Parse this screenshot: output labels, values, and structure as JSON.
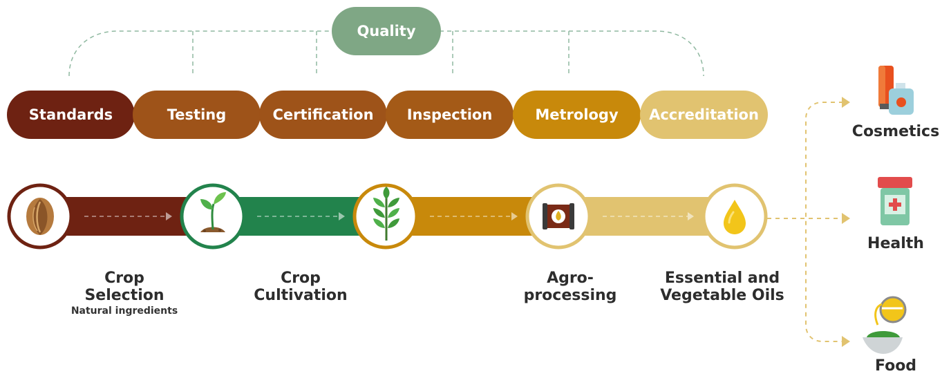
{
  "quality": "Quality",
  "qms": [
    {
      "label": "Standards",
      "color": "#6e2212"
    },
    {
      "label": "Testing",
      "color": "#9e5319"
    },
    {
      "label": "Certification",
      "color": "#9e5319"
    },
    {
      "label": "Inspection",
      "color": "#a45a17"
    },
    {
      "label": "Metrology",
      "color": "#c8890b"
    },
    {
      "label": "Accreditation",
      "color": "#e1c370"
    }
  ],
  "stages": [
    {
      "name": "almond-icon",
      "title": "Crop Selection",
      "line1": "Crop",
      "line2": "Selection",
      "sub": "Natural ingredients",
      "ring": "#6e2212"
    },
    {
      "name": "sprout-icon",
      "title": "Crop Cultivation",
      "line1": "Crop",
      "line2": "Cultivation",
      "ring": "#22834c"
    },
    {
      "name": "leaf-branch-icon",
      "title": "",
      "ring": "#c8890b"
    },
    {
      "name": "press-machine-icon",
      "title": "Agro-processing",
      "line1": "Agro-",
      "line2": "processing",
      "ring": "#e1c370"
    },
    {
      "name": "oil-drop-icon",
      "title": "Essential and Vegetable Oils",
      "line1": "Essential and",
      "line2": "Vegetable Oils",
      "ring": "#e1c370"
    }
  ],
  "band_colors": [
    "#6e2212",
    "#22834c",
    "#c8890b",
    "#e1c370"
  ],
  "products": [
    {
      "label": "Cosmetics",
      "icon": "cosmetics-icon"
    },
    {
      "label": "Health",
      "icon": "medicine-bottle-icon"
    },
    {
      "label": "Food",
      "icon": "oil-pouring-icon"
    }
  ]
}
